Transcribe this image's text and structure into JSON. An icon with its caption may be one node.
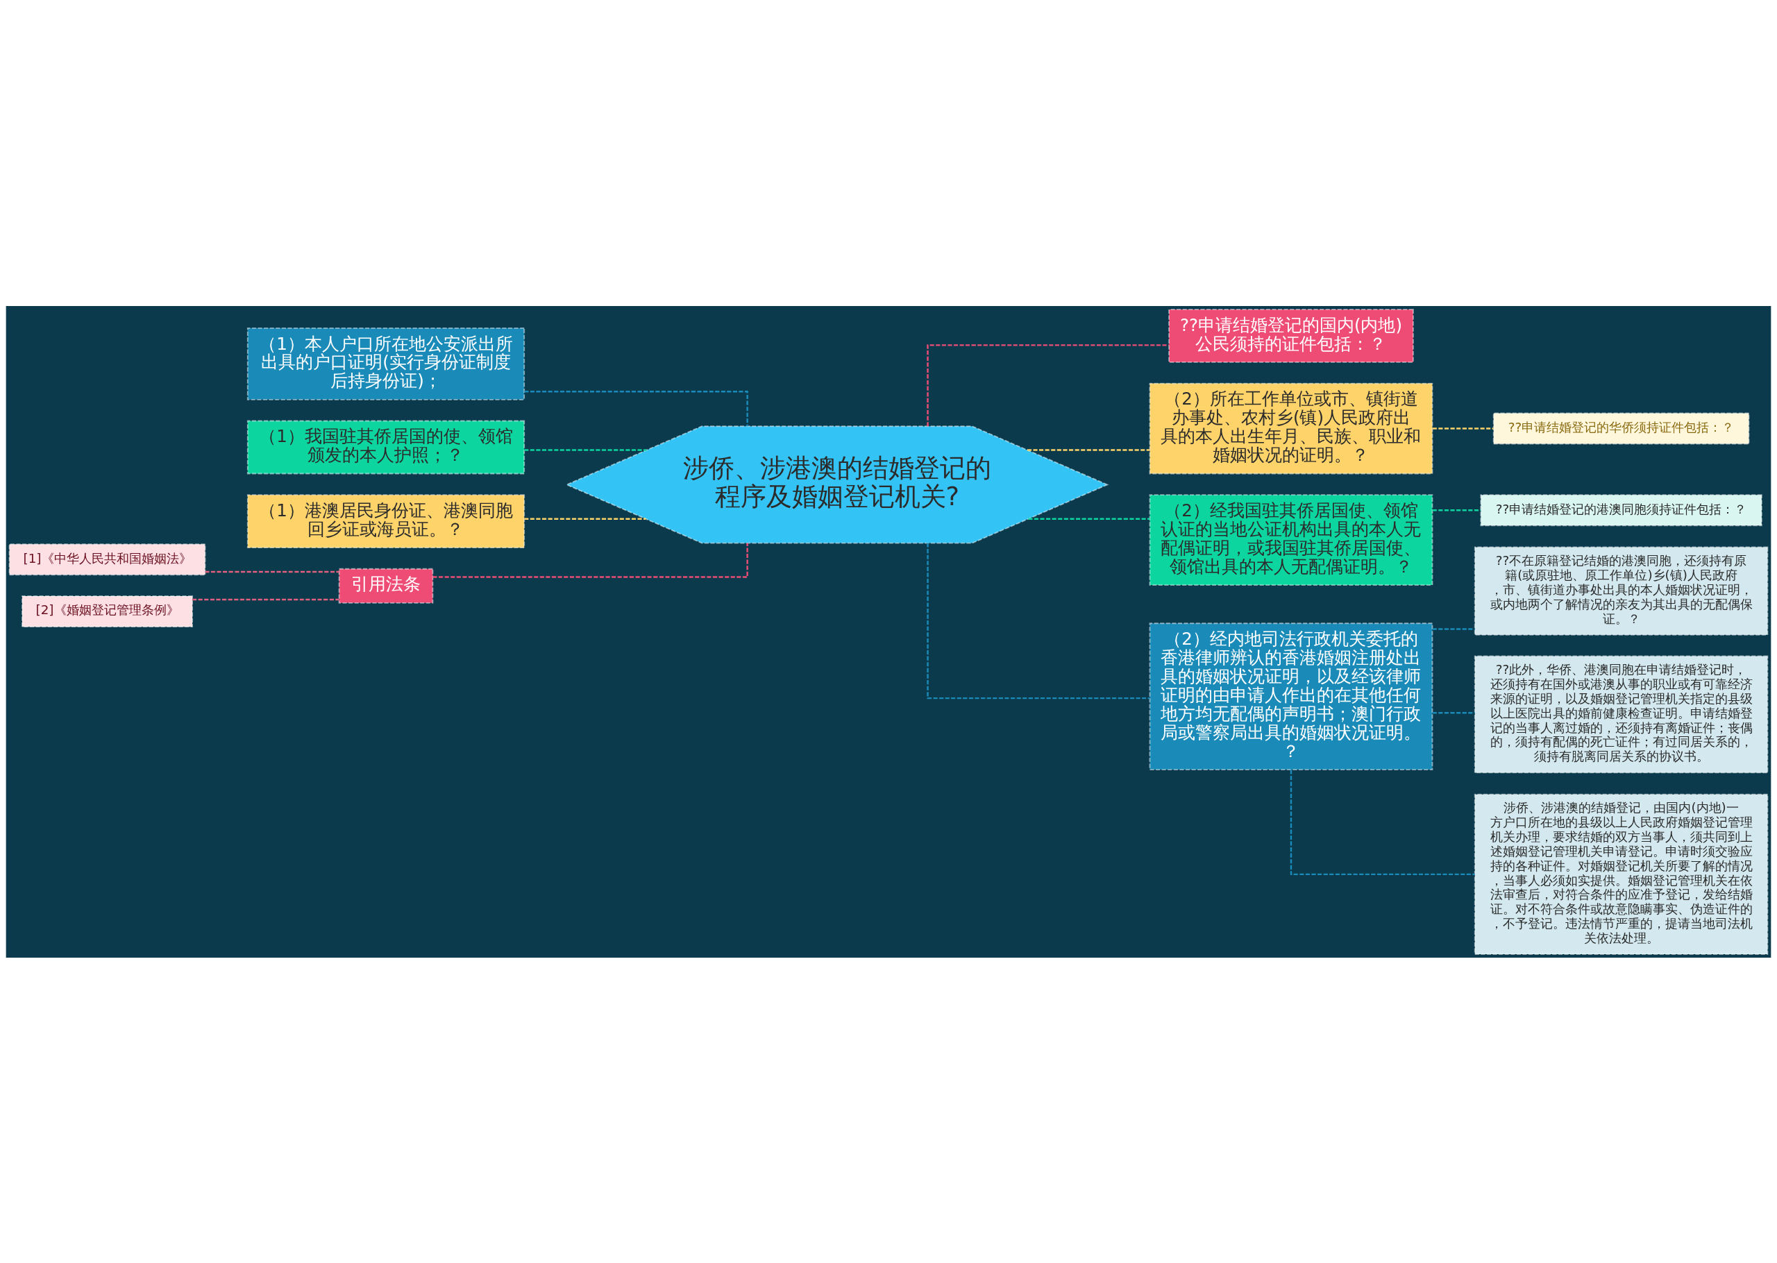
{
  "diagram": {
    "nodes": [
      {
        "text": [
          "涉侨、涉港澳的结婚登记的程序及婚姻登记机关?"
        ]
      },
      {
        "text": [
          "（1）本人户口所在地公安派出所出具的户口证明(实行身份证制度后持身份证)；"
        ]
      },
      {
        "text": [
          "（1）我国驻其侨居国的使、领馆颁发的本人护照；？"
        ]
      },
      {
        "text": [
          "（1）港澳居民身份证、港澳同胞回乡证或海员证。？"
        ]
      },
      {
        "text": [
          "引用法条"
        ]
      },
      {
        "text": [
          "[1]《中华人民共和国婚姻法》"
        ]
      },
      {
        "text": [
          "[2]《婚姻登记管理条例》"
        ]
      },
      {
        "text": [
          "??申请结婚登记的国内(内地)公民须持的证件包括：？"
        ]
      },
      {
        "text": [
          "（2）所在工作单位或市、镇街道办事处、农村乡(镇)人民政府出具的本人出生年月、民族、职业和婚姻状况的证明。？"
        ]
      },
      {
        "text": [
          "??申请结婚登记的华侨须持证件包括：？"
        ]
      },
      {
        "text": [
          "（2）经我国驻其侨居国使、领馆认证的当地公证机构出具的本人无配偶证明，或我国驻其侨居国使、领馆出具的本人无配偶证明。？"
        ]
      },
      {
        "text": [
          "??申请结婚登记的港澳同胞须持证件包括：？"
        ]
      },
      {
        "text": [
          "（2）经内地司法行政机关委托的香港律师辨认的香港婚姻注册处出具的婚姻状况证明，以及经该律师证明的由申请人作出的在其他任何地方均无配偶的声明书；澳门行政局或警察局出具的婚姻状况证明。？"
        ]
      },
      {
        "text": [
          "??不在原籍登记结婚的港澳同胞，还须持有原籍(或原驻地、原工作单位)乡(镇)人民政府，市、镇街道办事处出具的本人婚姻状况证明，或内地两个了解情况的亲友为其出具的无配偶保证。？"
        ]
      },
      {
        "text": [
          "??此外，华侨、港澳同胞在申请结婚登记时，还须持有在国外或港澳从事的职业或有可靠经济来源的证明，以及婚姻登记管理机关指定的县级以上医院出具的婚前健康检查证明。申请结婚登记的当事人离过婚的，还须持有离婚证件；丧偶的，须持有配偶的死亡证件；有过同居关系的，须持有脱离同居关系的协议书。"
        ]
      },
      {
        "text": [
          " 涉侨、涉港澳的结婚登记，由国内(内地)一方户口所在地的县级以上人民政府婚姻登记管理机关办理，要求结婚的双方当事人，须共同到上述婚姻登记管理机关申请登记。申请时须交验应持的各种证件。对婚姻登记机关所要了解的情况，当事人必须如实提供。婚姻登记管理机关在依法审查后，对符合条件的应准予登记，发给结婚证。对不符合条件或故意隐瞒事实、伪造证件的，不予登记。违法情节严重的，提请当地司法机关依法处理。"
        ]
      }
    ],
    "edges": [
      {
        "from": 0,
        "to": 1,
        "arrow": "none",
        "style": "dashed",
        "color": "#1a8bb8"
      },
      {
        "from": 0,
        "to": 2,
        "arrow": "none",
        "style": "dashed",
        "color": "#0dd5a0"
      },
      {
        "from": 0,
        "to": 3,
        "arrow": "none",
        "style": "dashed",
        "color": "#fdd36a"
      },
      {
        "from": 0,
        "to": 4,
        "arrow": "none",
        "style": "dashed",
        "color": "#ee4c75"
      },
      {
        "from": 4,
        "to": 5,
        "arrow": "none",
        "style": "dashed",
        "color": "#e0607e"
      },
      {
        "from": 4,
        "to": 6,
        "arrow": "none",
        "style": "dashed",
        "color": "#e0607e"
      },
      {
        "from": 0,
        "to": 7,
        "arrow": "none",
        "style": "dashed",
        "color": "#ee4c75"
      },
      {
        "from": 0,
        "to": 8,
        "arrow": "none",
        "style": "dashed",
        "color": "#fdd36a"
      },
      {
        "from": 8,
        "to": 9,
        "arrow": "none",
        "style": "dashed",
        "color": "#fdd36a"
      },
      {
        "from": 0,
        "to": 10,
        "arrow": "none",
        "style": "dashed",
        "color": "#0dd5a0"
      },
      {
        "from": 10,
        "to": 11,
        "arrow": "none",
        "style": "dashed",
        "color": "#0dd5a0"
      },
      {
        "from": 0,
        "to": 12,
        "arrow": "none",
        "style": "dashed",
        "color": "#1a8bb8"
      },
      {
        "from": 12,
        "to": 13,
        "arrow": "none",
        "style": "dashed",
        "color": "#1a8bb8"
      },
      {
        "from": 12,
        "to": 14,
        "arrow": "none",
        "style": "dashed",
        "color": "#1a8bb8"
      },
      {
        "from": 12,
        "to": 15,
        "arrow": "none",
        "style": "dashed",
        "color": "#1a8bb8"
      }
    ]
  }
}
